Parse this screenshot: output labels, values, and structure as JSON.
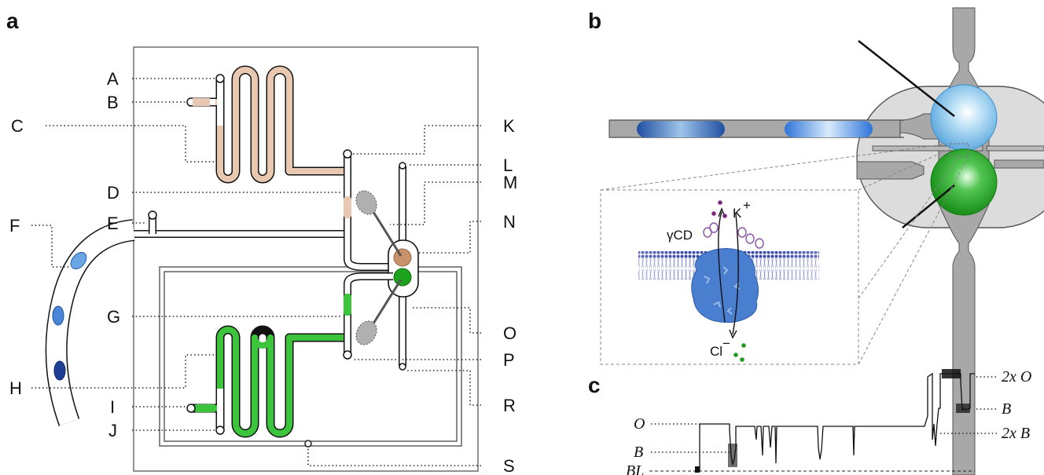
{
  "panels": {
    "a": "a",
    "b": "b",
    "c": "c"
  },
  "labels_left": {
    "A": "A",
    "B": "B",
    "C": "C",
    "D": "D",
    "E": "E",
    "F": "F",
    "G": "G",
    "H": "H",
    "I": "I",
    "J": "J"
  },
  "labels_right": {
    "K": "K",
    "L": "L",
    "M": "M",
    "N": "N",
    "O": "O",
    "P": "P",
    "R": "R",
    "S": "S"
  },
  "inset": {
    "k": "K",
    "k_sup": "+",
    "cl": "Cl",
    "cl_sup": "−",
    "cd": "γCD"
  },
  "trace": {
    "o_left": "O",
    "b_left": "B",
    "bl_left": "BL",
    "r1": "2x O",
    "r2": "B",
    "r3": "2x B"
  },
  "colors": {
    "tan": "#e8c8b0",
    "green": "#3cc43c",
    "blue": "#5599dd",
    "gray": "#b4b4b4"
  }
}
